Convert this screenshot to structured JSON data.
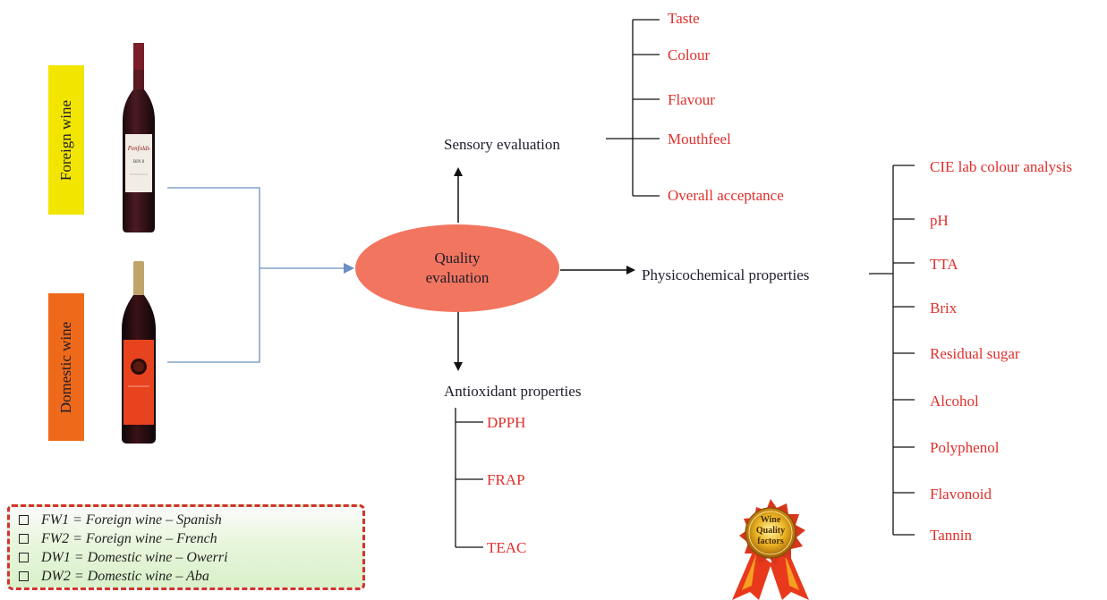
{
  "diagram": {
    "left_labels": {
      "foreign": "Foreign wine",
      "domestic": "Domestic wine"
    },
    "center": {
      "line1": "Quality",
      "line2": "evaluation"
    },
    "sensory": {
      "title": "Sensory evaluation",
      "items": [
        "Taste",
        "Colour",
        "Flavour",
        "Mouthfeel",
        "Overall acceptance"
      ]
    },
    "physicochemical": {
      "title": "Physicochemical properties",
      "items": [
        "CIE lab colour analysis",
        "pH",
        "TTA",
        "Brix",
        "Residual sugar",
        "Alcohol",
        "Polyphenol",
        "Flavonoid",
        "Tannin"
      ]
    },
    "antioxidant": {
      "title": "Antioxidant properties",
      "items": [
        "DPPH",
        "FRAP",
        "TEAC"
      ]
    },
    "badge": {
      "line1": "Wine",
      "line2": "Quality",
      "line3": "factors"
    },
    "legend": [
      "FW1 = Foreign wine – Spanish",
      "FW2 = Foreign wine – French",
      "DW1 = Domestic wine – Owerri",
      "DW2 = Domestic wine – Aba"
    ],
    "colors": {
      "accent_red": "#e0302c",
      "oval": "#f27560",
      "foreign_label_bg": "#f2e600",
      "domestic_label_bg": "#ee6a1a",
      "connector_blue": "#6b8fc0"
    }
  }
}
